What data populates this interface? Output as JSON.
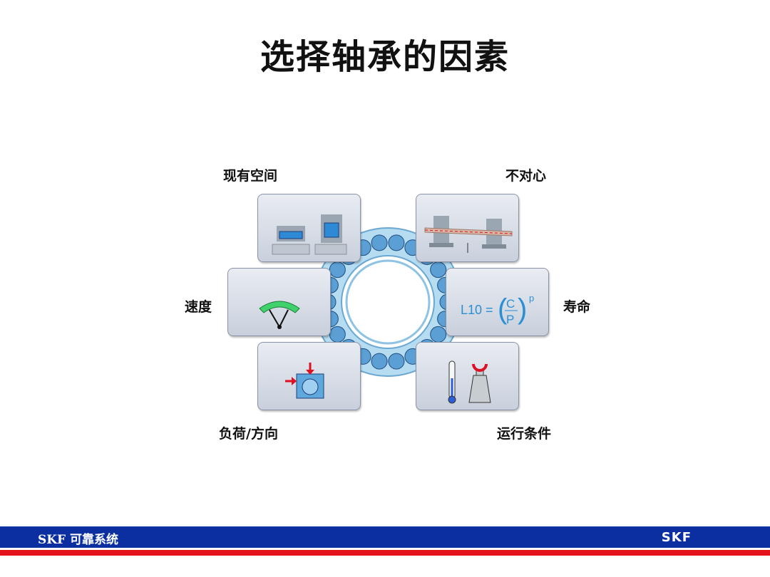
{
  "title": "选择轴承的因素",
  "factors": {
    "space": "现有空间",
    "misalignment": "不对心",
    "speed": "速度",
    "life": "寿命",
    "load": "负荷/方向",
    "conditions": "运行条件"
  },
  "formula": {
    "lhs": "L10 =",
    "numerator": "C",
    "denominator": "P",
    "exponent": "p"
  },
  "footer": {
    "text": "SKF 可靠系统",
    "logo": "SKF"
  },
  "colors": {
    "footer_blue": "#0b2fa0",
    "footer_red": "#e3121b",
    "ring": "#a9d3ee",
    "ball": "#4d8ec4"
  },
  "icons": [
    "housing-icon",
    "shaft-misalignment-icon",
    "speedometer-icon",
    "life-formula-icon",
    "load-direction-icon",
    "thermometer-weight-icon"
  ]
}
